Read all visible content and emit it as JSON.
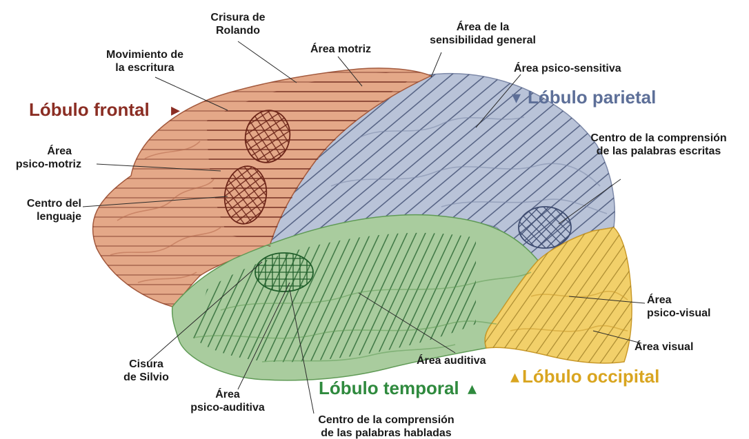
{
  "colors": {
    "frontal": "#8b2e24",
    "parietal": "#5d6f98",
    "temporal": "#2f8a3e",
    "occipital": "#d9a520",
    "frontal_fill": "#e4a888",
    "parietal_fill": "#b9c3d8",
    "temporal_fill": "#a9cc9e",
    "occipital_fill": "#f2d06a"
  },
  "lobes": {
    "frontal": "Lóbulo frontal",
    "parietal": "Lóbulo parietal",
    "temporal": "Lóbulo temporal",
    "occipital": "Lóbulo occipital"
  },
  "labels": {
    "crisura_rolando": [
      "Crisura de",
      "Rolando"
    ],
    "area_motriz": [
      "Área motriz"
    ],
    "sensibilidad_general": [
      "Área de la",
      "sensibilidad general"
    ],
    "movimiento_escritura": [
      "Movimiento de",
      "la escritura"
    ],
    "psico_sensitiva": [
      "Área psico-sensitiva"
    ],
    "psico_motriz": [
      "Área",
      "psico-motriz"
    ],
    "comprension_escritas": [
      "Centro de la comprensión",
      "de las palabras escritas"
    ],
    "centro_lenguaje": [
      "Centro del",
      "lenguaje"
    ],
    "psico_visual": [
      "Área",
      "psico-visual"
    ],
    "area_visual": [
      "Área visual"
    ],
    "area_auditiva": [
      "Área auditiva"
    ],
    "cisura_silvio": [
      "Cisura",
      "de Silvio"
    ],
    "psico_auditiva": [
      "Área",
      "psico-auditiva"
    ],
    "comprension_habladas": [
      "Centro de la comprensión",
      "de las palabras habladas"
    ]
  }
}
